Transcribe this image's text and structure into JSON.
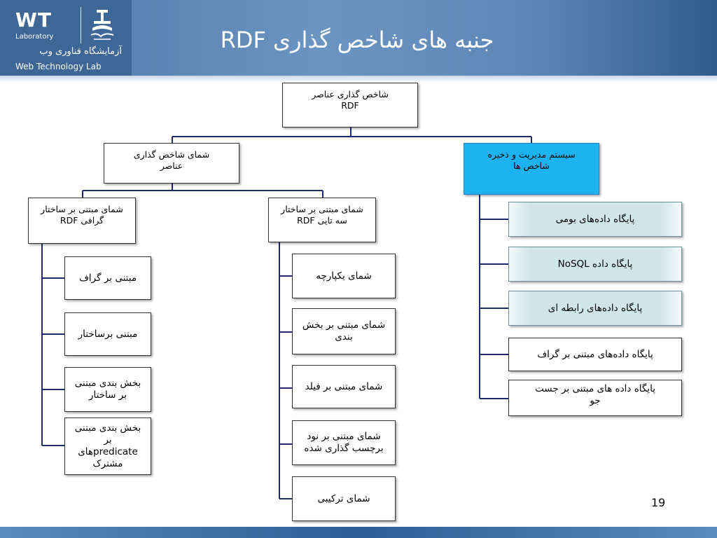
{
  "slide": {
    "title": "جنبه های شاخص گذاری RDF",
    "page_number": "19"
  },
  "logo": {
    "wt": "WT",
    "laboratory": "Laboratory",
    "fa_name": "آزمایشگاه فناوری وب",
    "en_name": "Web Technology Lab"
  },
  "diagram": {
    "root": {
      "line1": "شاخص گذاری عناصر",
      "line2": "RDF"
    },
    "schema": {
      "line1": "شمای شاخص گذاری",
      "line2": "عناصر"
    },
    "storage": {
      "line1": "سیستم مدیریت و ذخیره",
      "line2": "شاخص ها"
    },
    "graph_schema": {
      "line1": "شمای مبتنی بر ساختار",
      "line2": "گرافی RDF",
      "children": [
        {
          "line1": "مبتنی بر گراف"
        },
        {
          "line1": "مبتنی برساختار"
        },
        {
          "line1": "بخش بندی مبتنی",
          "line2": "بر ساختار"
        },
        {
          "line1": "بخش بندی مبتنی",
          "line2": "بر",
          "line3": "predicateهای",
          "line4": "مشترک"
        }
      ]
    },
    "triple_schema": {
      "line1": "شمای مبتنی بر ساختار",
      "line2": "سه تایی RDF",
      "children": [
        {
          "line1": "شمای یکپارچه"
        },
        {
          "line1": "شمای مبتنی بر بخش",
          "line2": "بندی"
        },
        {
          "line1": "شمای مبتنی بر فیلد"
        },
        {
          "line1": "شمای مبتنی بر نود",
          "line2": "برچسب گذاری شده"
        },
        {
          "line1": "شمای ترکیبی"
        }
      ]
    },
    "storage_children": [
      {
        "line1": "پایگاه داده‌های بومی"
      },
      {
        "line1": "پایگاه داده  NoSQL"
      },
      {
        "line1": "پایگاه داده‌های رابطه ای"
      },
      {
        "line1": "پایگاه داده‌های مبتنی بر گراف"
      },
      {
        "line1": "پایگاه داده های مبتنی بر جست",
        "line2": "جو"
      }
    ]
  },
  "colors": {
    "connector": "#1f2a6b",
    "highlight": "#1cb3f0",
    "header": "#5c86b6"
  }
}
